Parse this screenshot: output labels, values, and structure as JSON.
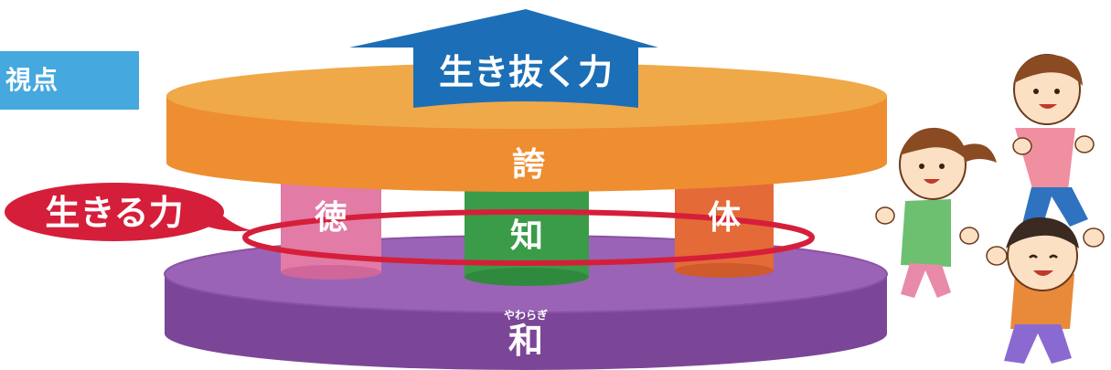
{
  "viewpoint_label": "視点",
  "goal_label": "生き抜く力",
  "top_disc_label": "誇",
  "pillars": {
    "left": "徳",
    "center": "知",
    "right": "体"
  },
  "callout_label": "生きる力",
  "base_disc_ruby": "やわらぎ",
  "base_disc_label": "和",
  "colors": {
    "top_disc": "#f19a3e",
    "top_disc_face": "#f0a948",
    "base_disc": "#8a52a6",
    "base_disc_face": "#9a63b6",
    "pillar_left": "#e27ba6",
    "pillar_center": "#3a9c48",
    "pillar_right": "#e46a38",
    "arrow": "#1c6fb6",
    "callout": "#d51f3a",
    "viewpoint_box": "#45a8df"
  },
  "illustration": "three-running-children"
}
